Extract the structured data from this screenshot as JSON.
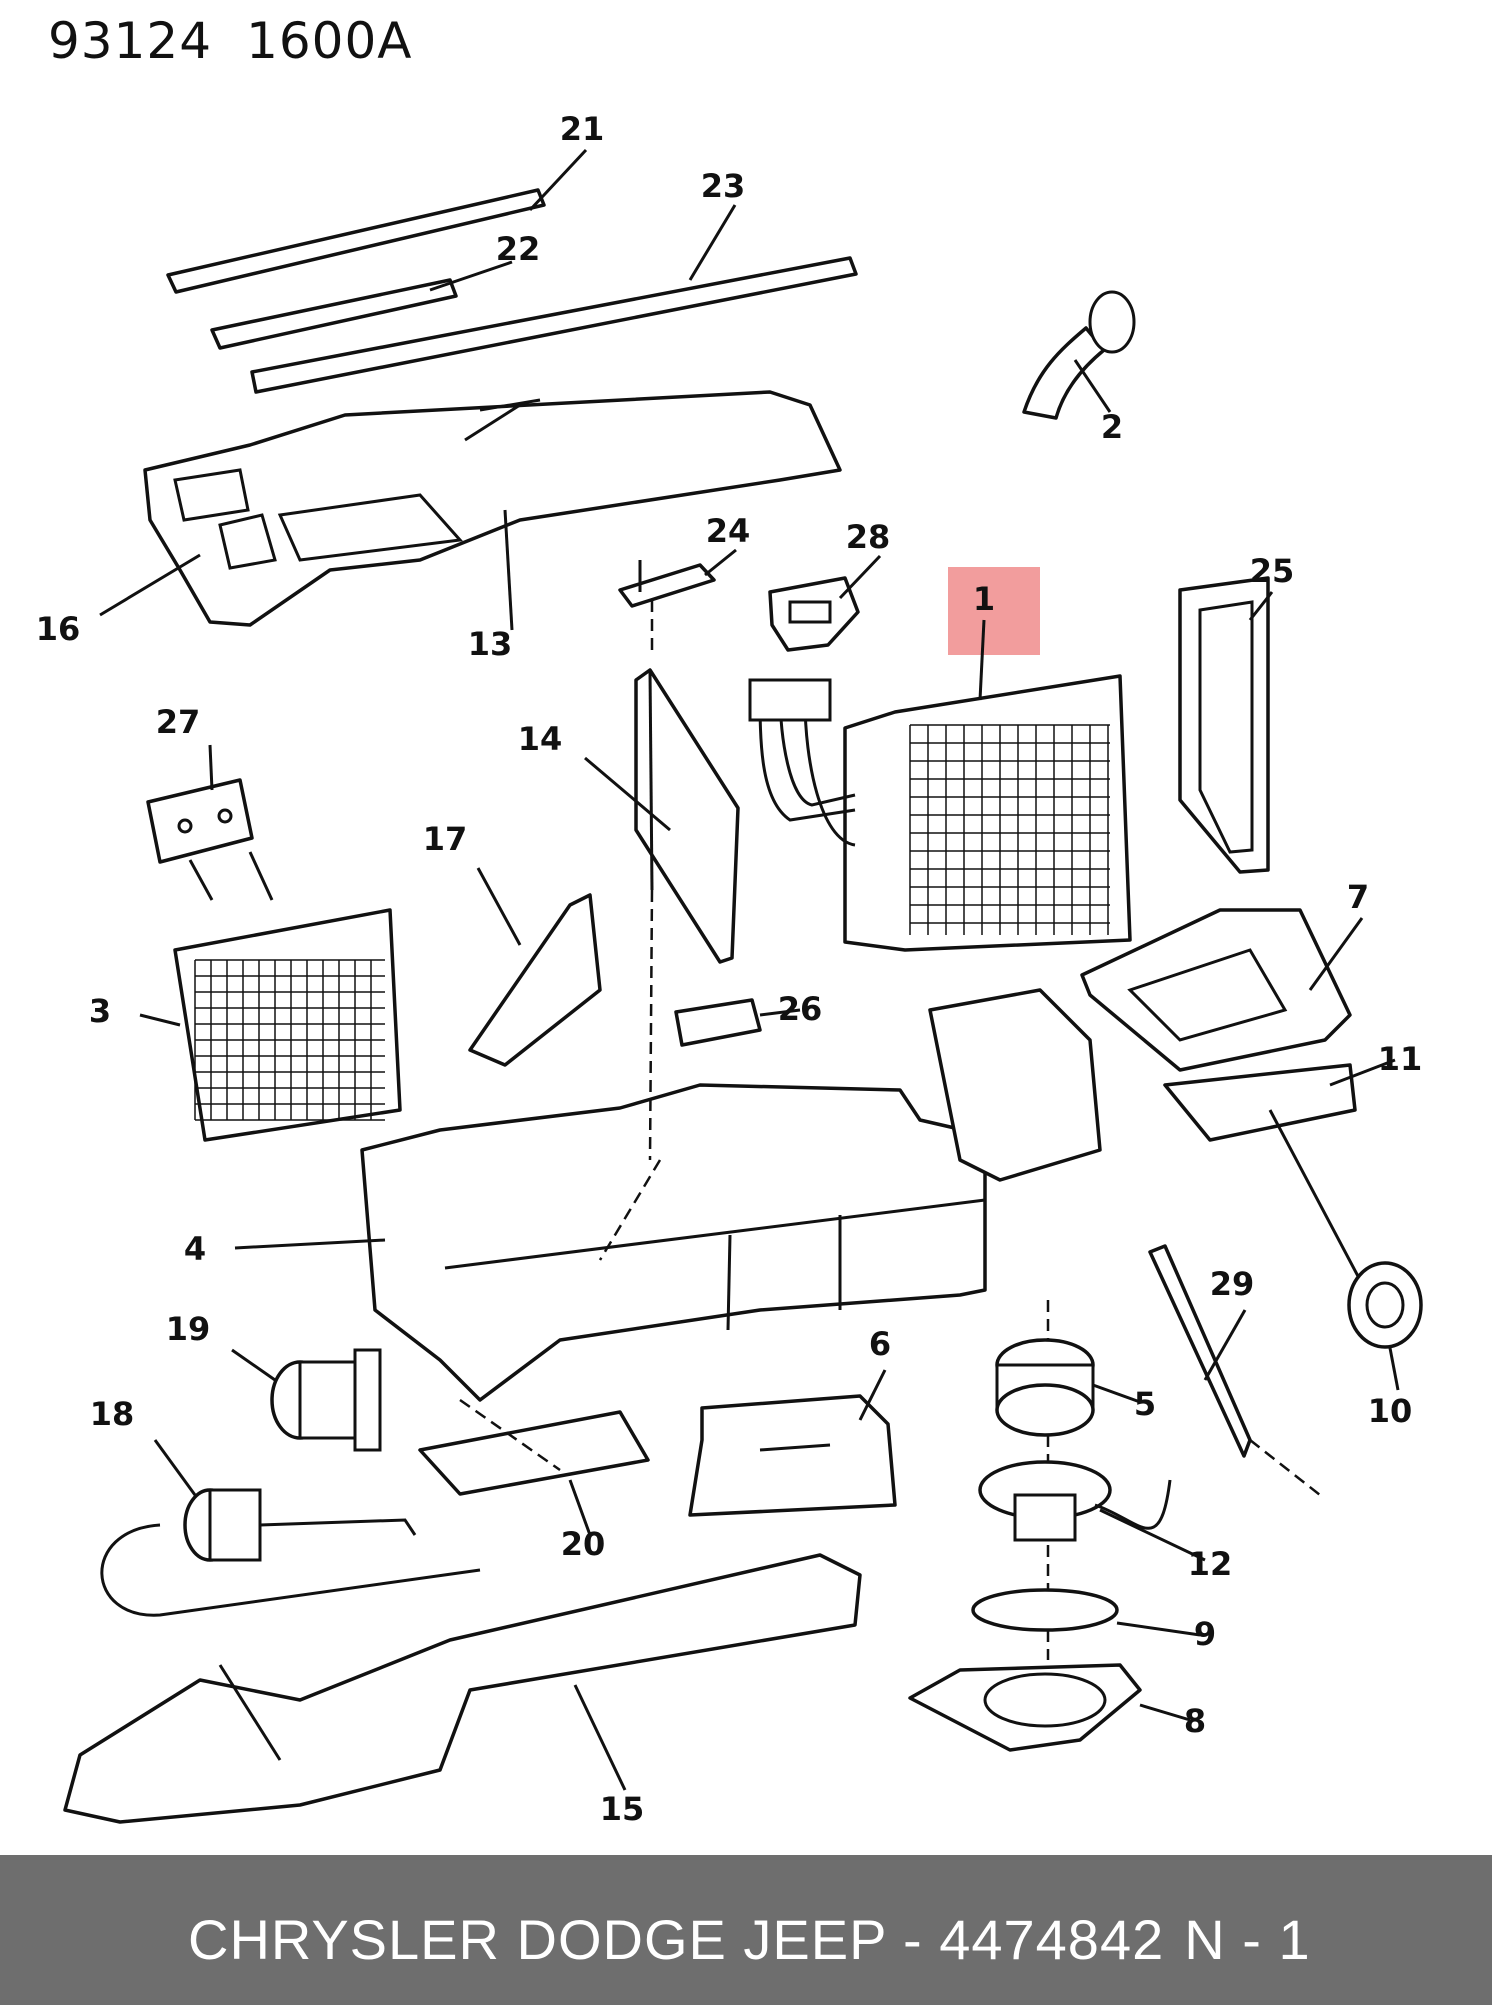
{
  "header": {
    "code_left": "93124",
    "code_right": "1600A"
  },
  "callouts": [
    "1",
    "2",
    "3",
    "4",
    "5",
    "6",
    "7",
    "8",
    "9",
    "10",
    "11",
    "12",
    "13",
    "14",
    "15",
    "16",
    "17",
    "18",
    "19",
    "20",
    "21",
    "22",
    "23",
    "24",
    "25",
    "26",
    "27",
    "28",
    "29"
  ],
  "highlight": {
    "label": "1",
    "color": "#f08c8c"
  },
  "footer": {
    "brand": "CHRYSLER DODGE JEEP - 4474842",
    "quantity": "N - 1"
  }
}
